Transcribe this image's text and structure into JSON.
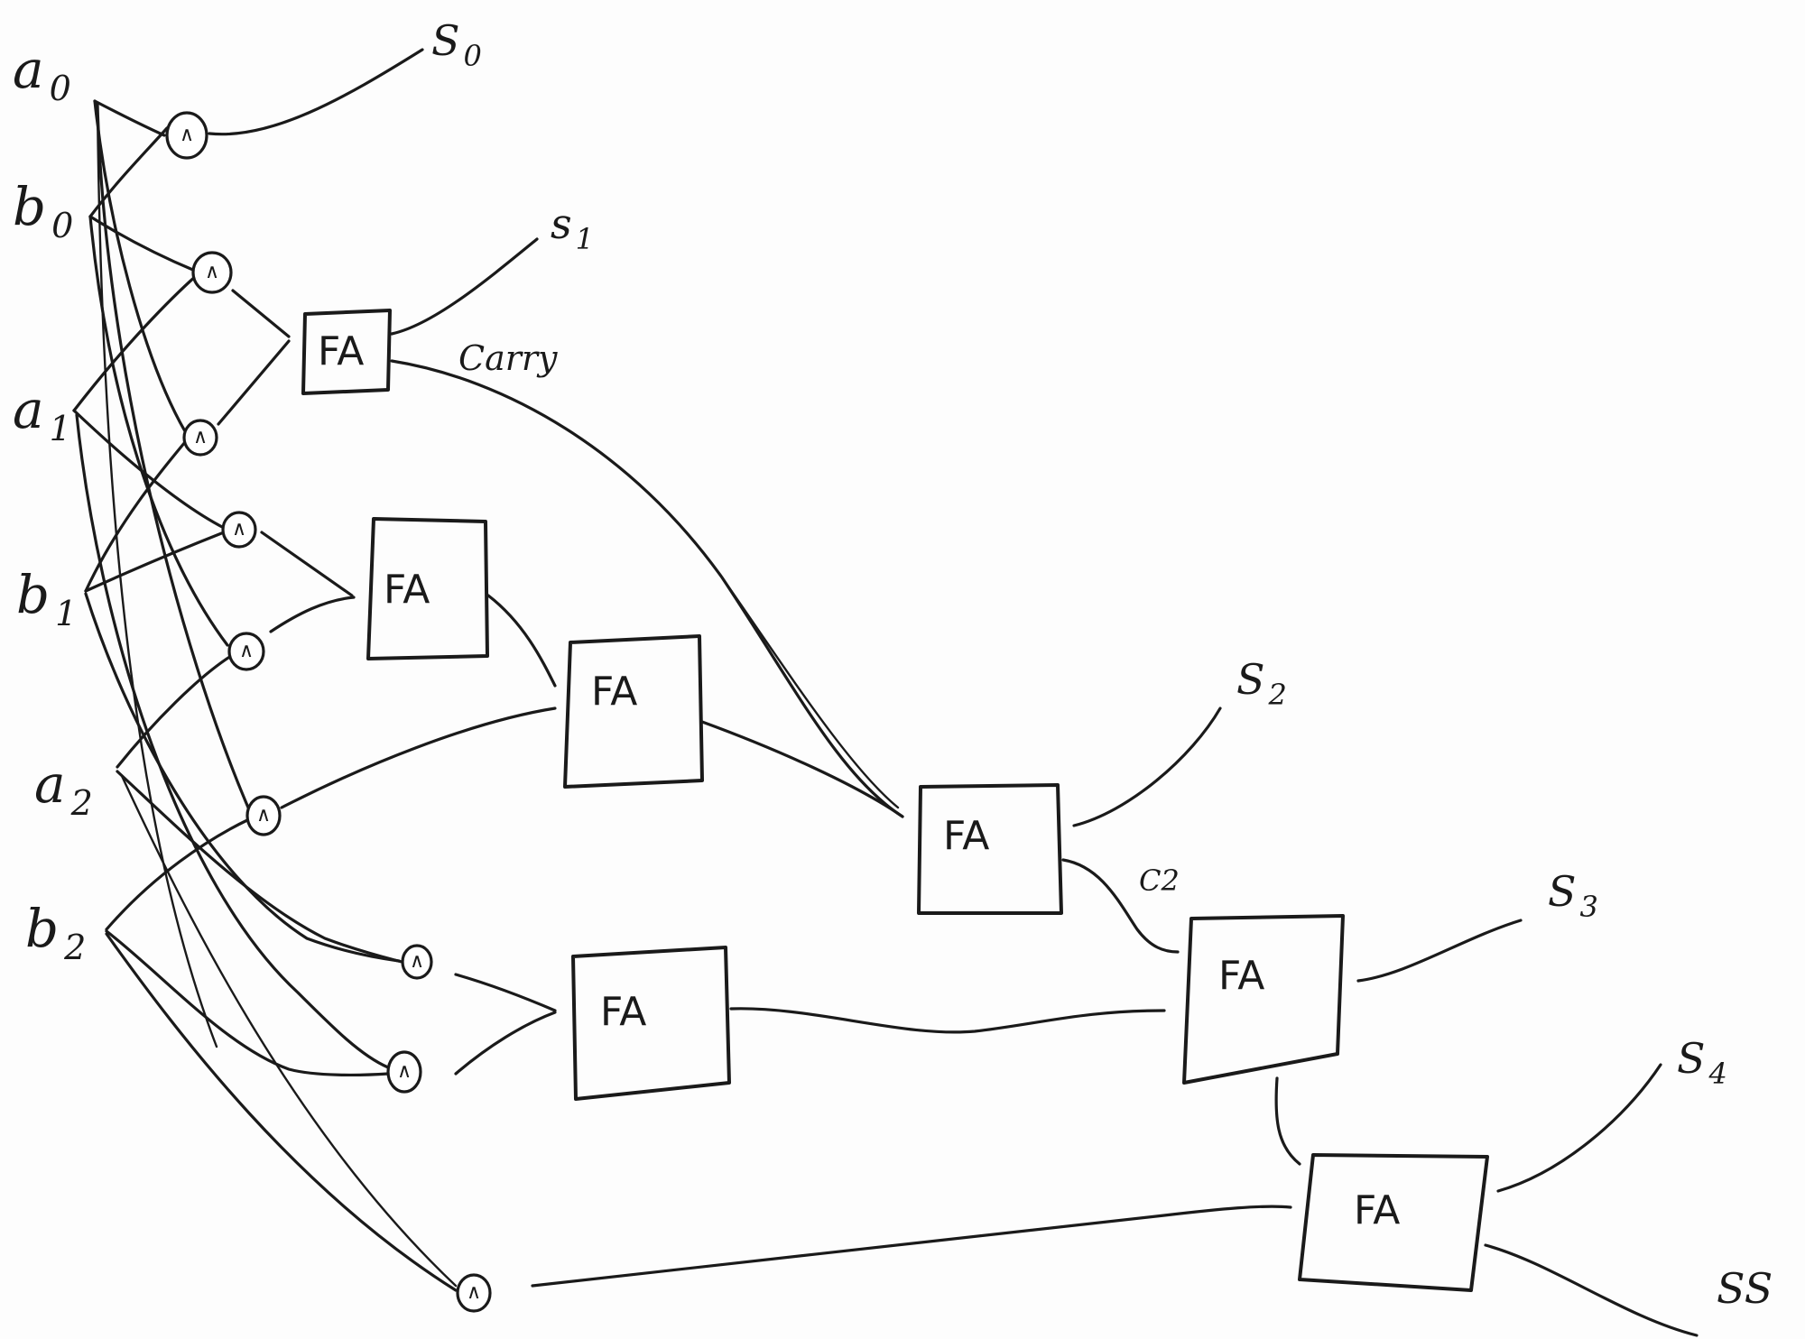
{
  "diagram": {
    "inputs": [
      {
        "id": "a0",
        "letter": "a",
        "index": "0"
      },
      {
        "id": "b0",
        "letter": "b",
        "index": "0"
      },
      {
        "id": "a1",
        "letter": "a",
        "index": "1"
      },
      {
        "id": "b1",
        "letter": "b",
        "index": "1"
      },
      {
        "id": "a2",
        "letter": "a",
        "index": "2"
      },
      {
        "id": "b2",
        "letter": "b",
        "index": "2"
      }
    ],
    "outputs": [
      {
        "id": "s0",
        "letter": "S",
        "index": "0"
      },
      {
        "id": "s1",
        "letter": "s",
        "index": "1"
      },
      {
        "id": "s2",
        "letter": "S",
        "index": "2"
      },
      {
        "id": "s3",
        "letter": "S",
        "index": "3"
      },
      {
        "id": "s4",
        "letter": "S",
        "index": "4"
      },
      {
        "id": "s5",
        "letter": "SS",
        "index": ""
      }
    ],
    "and_gate_symbol": "∧",
    "full_adder_label": "FA",
    "annotations": {
      "carry": "Carry",
      "c2": "C2"
    },
    "and_gates": [
      {
        "id": "g_a0b0",
        "inputs": [
          "a0",
          "b0"
        ],
        "to": "s0"
      },
      {
        "id": "g_a1b0",
        "inputs": [
          "a1",
          "b0"
        ],
        "to": "fa1"
      },
      {
        "id": "g_a0b1",
        "inputs": [
          "a0",
          "b1"
        ],
        "to": "fa1"
      },
      {
        "id": "g_a1b1",
        "inputs": [
          "a1",
          "b1"
        ],
        "to": "fa2"
      },
      {
        "id": "g_a2b0",
        "inputs": [
          "a2",
          "b0"
        ],
        "to": "fa2"
      },
      {
        "id": "g_a0b2",
        "inputs": [
          "a0",
          "b2"
        ],
        "to": "fa3"
      },
      {
        "id": "g_a2b1",
        "inputs": [
          "a2",
          "b1"
        ],
        "to": "fa5"
      },
      {
        "id": "g_a1b2",
        "inputs": [
          "a1",
          "b2"
        ],
        "to": "fa5"
      },
      {
        "id": "g_a2b2",
        "inputs": [
          "a2",
          "b2"
        ],
        "to": "fa7"
      }
    ],
    "full_adders": [
      {
        "id": "fa1",
        "sum_to": "s1",
        "carry_to": "fa4"
      },
      {
        "id": "fa2",
        "to": "fa3"
      },
      {
        "id": "fa3",
        "to": "fa4"
      },
      {
        "id": "fa4",
        "sum_to": "s2",
        "carry_to": "fa6"
      },
      {
        "id": "fa5",
        "to": "fa6"
      },
      {
        "id": "fa6",
        "sum_to": "s3",
        "carry_to": "fa7"
      },
      {
        "id": "fa7",
        "sum_to": "s4",
        "carry_to": "s5"
      }
    ],
    "colors": {
      "ink": "#1a1a1a",
      "paper": "#fdfdfd"
    }
  }
}
